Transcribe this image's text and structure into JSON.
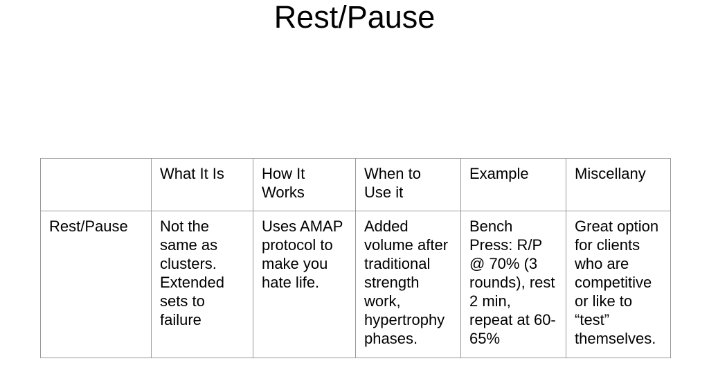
{
  "slide": {
    "title": "Rest/Pause",
    "colors": {
      "background": "#ffffff",
      "text": "#000000",
      "table_border": "#999999"
    },
    "table": {
      "headers": [
        "",
        "What It Is",
        "How It\nWorks",
        "When to\nUse it",
        "Example",
        "Miscellany"
      ],
      "rows": [
        {
          "label": "Rest/Pause",
          "cells": [
            "Not the same as clusters. Extended sets to failure",
            "Uses AMAP protocol to make you hate life.",
            "Added volume after traditional strength work, hypertrophy phases.",
            "Bench Press: R/P @ 70% (3 rounds), rest 2 min, repeat at 60-65%",
            "Great option for clients who are competitive or like to “test” themselves."
          ]
        }
      ]
    }
  }
}
